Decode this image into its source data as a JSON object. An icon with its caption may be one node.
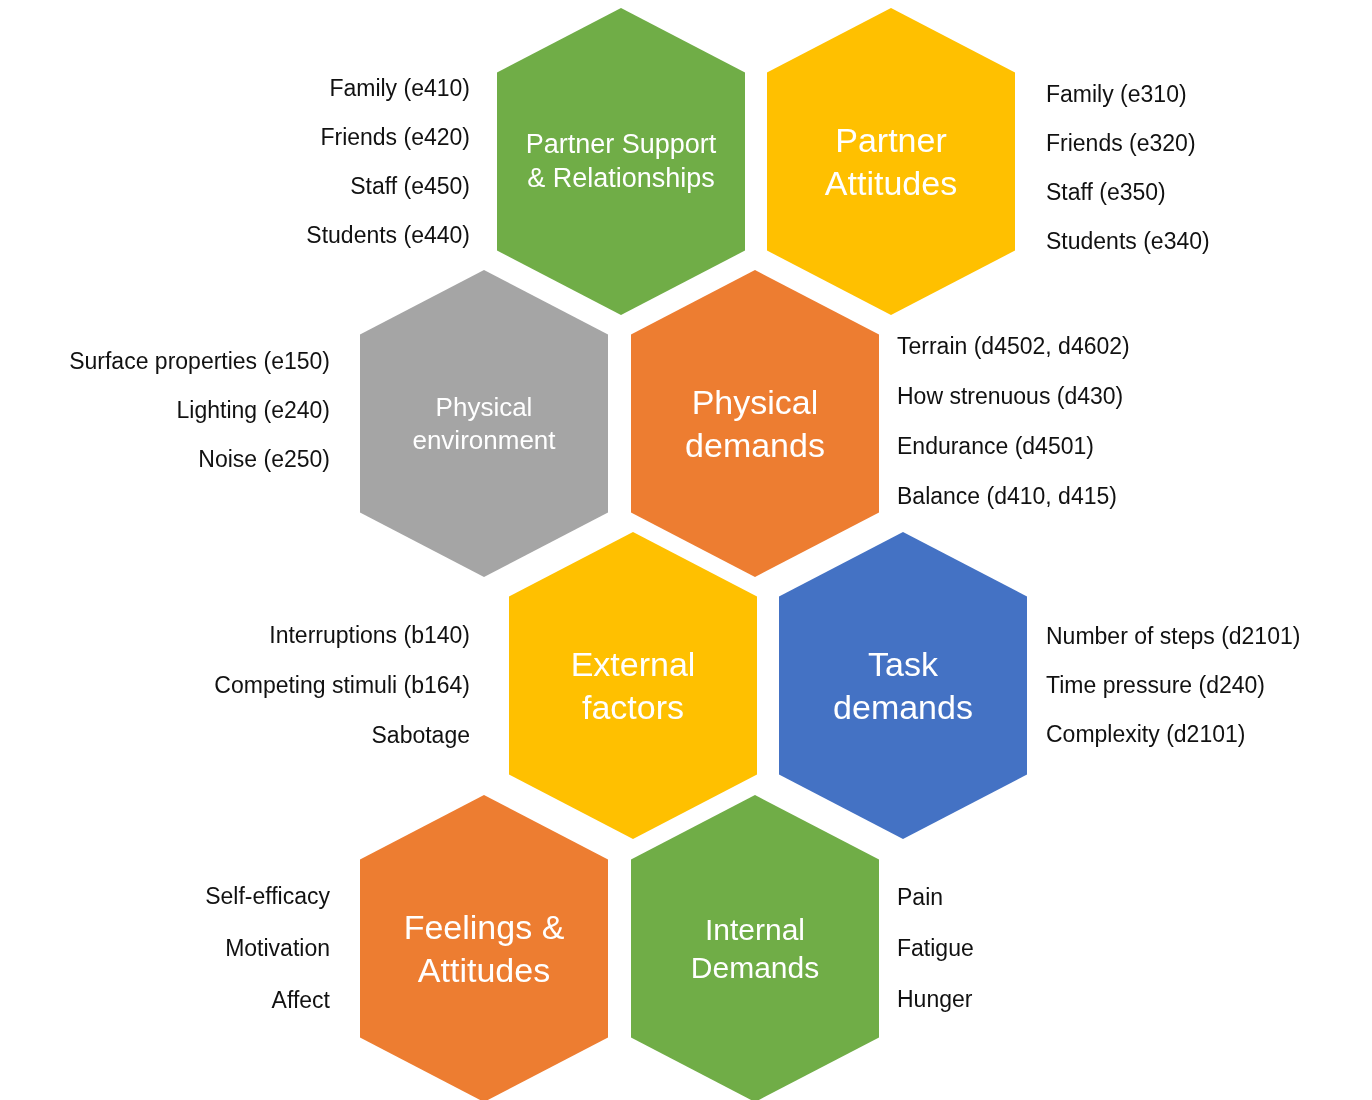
{
  "diagram": {
    "nodes": [
      {
        "text": [
          "Partner Support & Relationships"
        ],
        "beside": [
          "Family (e410)",
          "Friends  (e420)",
          "Staff (e450)",
          "Students (e440)"
        ]
      },
      {
        "text": [
          "Partner Attitudes"
        ],
        "beside": [
          "Family (e310)",
          "Friends (e320)",
          "Staff (e350)",
          "Students (e340)"
        ]
      },
      {
        "text": [
          "Physical environment"
        ],
        "beside": [
          "Surface properties (e150)",
          "Lighting  (e240)",
          "Noise (e250)"
        ]
      },
      {
        "text": [
          "Physical demands"
        ],
        "beside": [
          "Terrain (d4502, d4602)",
          "How strenuous (d430)",
          "Endurance (d4501)",
          "Balance (d410, d415)"
        ]
      },
      {
        "text": [
          "External factors"
        ],
        "beside": [
          "Interruptions (b140)",
          "Competing stimuli (b164)",
          "Sabotage"
        ]
      },
      {
        "text": [
          "Task demands"
        ],
        "beside": [
          "Number of steps (d2101)",
          "Time pressure (d240)",
          "Complexity (d2101)"
        ]
      },
      {
        "text": [
          "Feelings & Attitudes"
        ],
        "beside": [
          "Self-efficacy",
          "Motivation",
          "Affect"
        ]
      },
      {
        "text": [
          "Internal Demands"
        ],
        "beside": [
          "Pain",
          "Fatigue",
          "Hunger"
        ]
      }
    ]
  }
}
